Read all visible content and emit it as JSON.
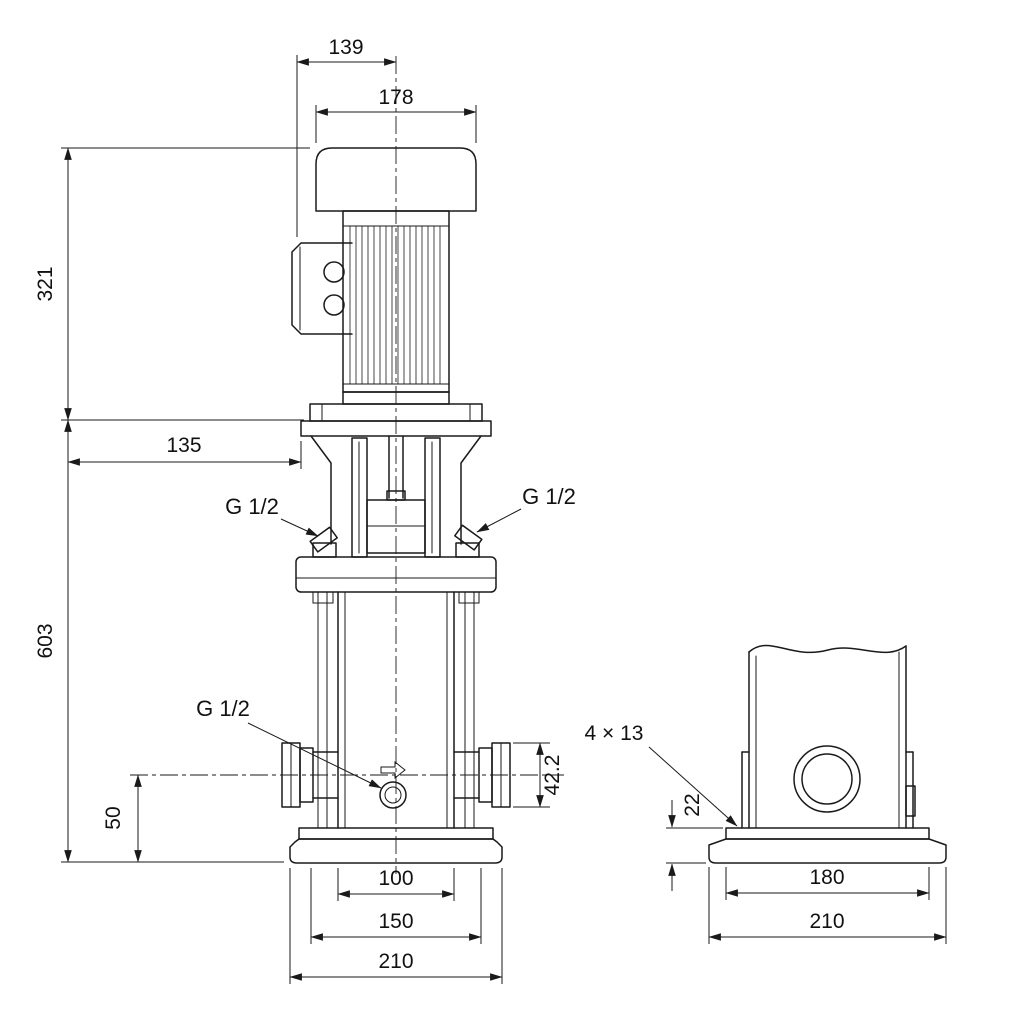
{
  "front_view": {
    "dim_139": "139",
    "dim_178": "178",
    "dim_321": "321",
    "dim_135": "135",
    "dim_603": "603",
    "dim_50": "50",
    "dim_42_2": "42.2",
    "dim_100": "100",
    "dim_150": "150",
    "dim_210": "210",
    "plug_top_left": "G 1/2",
    "plug_top_right": "G 1/2",
    "plug_drain": "G 1/2"
  },
  "side_view": {
    "dim_holes": "4 × 13",
    "dim_22": "22",
    "dim_180": "180",
    "dim_210": "210"
  },
  "colors": {
    "line": "#1a1a1a",
    "background": "#ffffff"
  }
}
